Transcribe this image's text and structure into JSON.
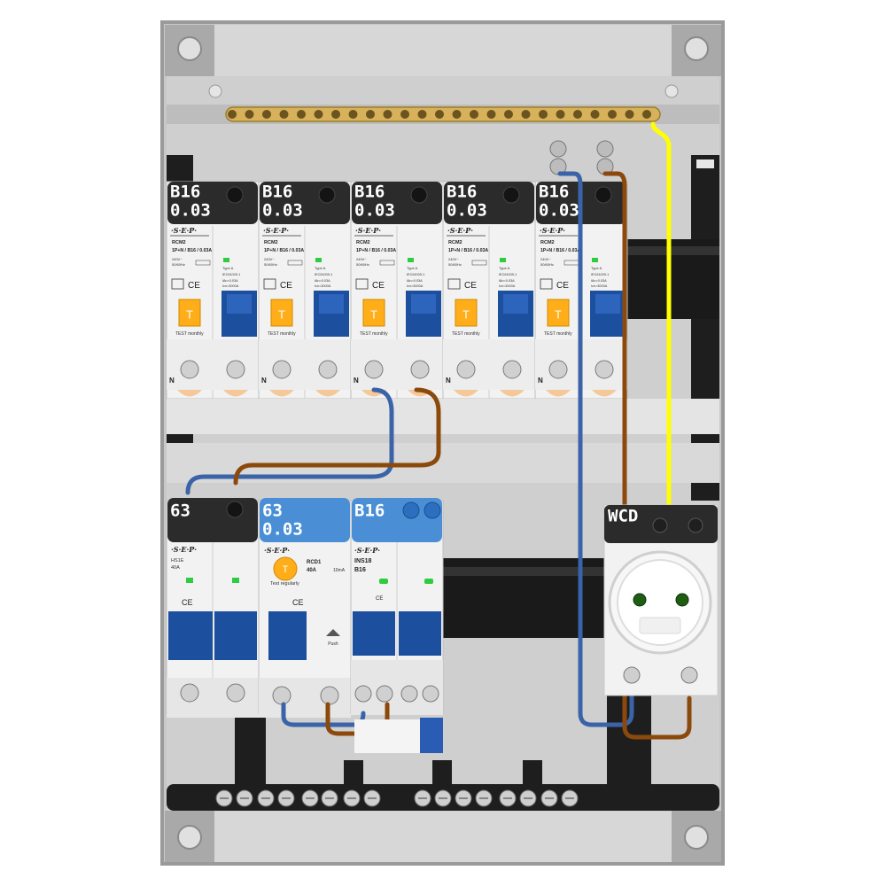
{
  "colors": {
    "enclosure": "#c8c8c8",
    "enclosure_border": "#9a9a9a",
    "din_rail": "#1e1e1e",
    "label_black": "#2b2b2b",
    "label_blue": "#4a8fd6",
    "module_white": "#f2f2f2",
    "breaker_blue": "#1d4f9f",
    "test_button_orange": "#ffae1a",
    "indicator_green": "#2ecc40",
    "wire_blue": "#3a63a8",
    "wire_brown": "#8b4a0c",
    "wire_yellow": "#ffff00",
    "busbar_brass": "#d8b25a"
  },
  "rcbo_top_row": [
    {
      "rating": "B16",
      "residual": "0.03",
      "brand": "·S·E·P·",
      "model": "RCM2",
      "spec": "1P+N / B16 / 0.03A",
      "voltage": "240V~",
      "frequency": "50/60Hz",
      "type": "Type A",
      "standard": "IEC61009-1",
      "in_rating": "I∆n=0.03A",
      "icn": "Icn=3000A",
      "test_text": "TEST monthly",
      "neutral": "N"
    },
    {
      "rating": "B16",
      "residual": "0.03",
      "brand": "·S·E·P·",
      "model": "RCM2",
      "spec": "1P+N / B16 / 0.03A",
      "voltage": "240V~",
      "frequency": "50/60Hz",
      "type": "Type A",
      "standard": "IEC61009-1",
      "in_rating": "I∆n=0.03A",
      "icn": "Icn=3000A",
      "test_text": "TEST monthly",
      "neutral": "N"
    },
    {
      "rating": "B16",
      "residual": "0.03",
      "brand": "·S·E·P·",
      "model": "RCM2",
      "spec": "1P+N / B16 / 0.03A",
      "voltage": "240V~",
      "frequency": "50/60Hz",
      "type": "Type A",
      "standard": "IEC61009-1",
      "in_rating": "I∆n=0.03A",
      "icn": "Icn=3000A",
      "test_text": "TEST monthly",
      "neutral": "N"
    },
    {
      "rating": "B16",
      "residual": "0.03",
      "brand": "·S·E·P·",
      "model": "RCM2",
      "spec": "1P+N / B16 / 0.03A",
      "voltage": "240V~",
      "frequency": "50/60Hz",
      "type": "Type A",
      "standard": "IEC61009-1",
      "in_rating": "I∆n=0.03A",
      "icn": "Icn=3000A",
      "test_text": "TEST monthly",
      "neutral": "N"
    },
    {
      "rating": "B16",
      "residual": "0.03",
      "brand": "·S·E·P·",
      "model": "RCM2",
      "spec": "1P+N / B16 / 0.03A",
      "voltage": "240V~",
      "frequency": "50/60Hz",
      "type": "Type A",
      "standard": "IEC61009-1",
      "in_rating": "I∆n=0.03A",
      "icn": "Icn=3000A",
      "test_text": "TEST monthly",
      "neutral": "N"
    }
  ],
  "main_switch": {
    "rating": "63",
    "brand": "·S·E·P·",
    "model": "HS1E",
    "current": "40A"
  },
  "rcd": {
    "rating": "63",
    "residual": "0.03",
    "brand": "·S·E·P·",
    "model": "RCD1",
    "current": "40A",
    "sensitivity": "10mA",
    "test_text": "Test regularly",
    "push_text": "Push"
  },
  "isolator": {
    "rating": "B16",
    "brand": "·S·E·P·",
    "model": "INS18",
    "current": "B16"
  },
  "socket": {
    "label": "WCD"
  }
}
